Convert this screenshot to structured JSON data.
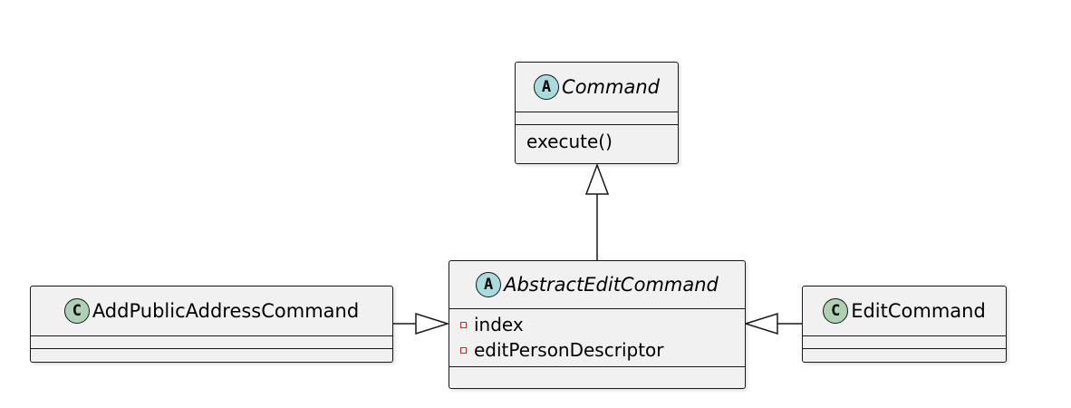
{
  "classes": {
    "command": {
      "stereotype": "A",
      "name": "Command",
      "methods": [
        "execute()"
      ]
    },
    "abstract_edit_command": {
      "stereotype": "A",
      "name": "AbstractEditCommand",
      "fields": [
        "index",
        "editPersonDescriptor"
      ]
    },
    "add_public_address_command": {
      "stereotype": "C",
      "name": "AddPublicAddressCommand"
    },
    "edit_command": {
      "stereotype": "C",
      "name": "EditCommand"
    }
  },
  "relationships": [
    {
      "type": "generalization",
      "from": "AbstractEditCommand",
      "to": "Command"
    },
    {
      "type": "generalization",
      "from": "AddPublicAddressCommand",
      "to": "AbstractEditCommand"
    },
    {
      "type": "generalization",
      "from": "EditCommand",
      "to": "AbstractEditCommand"
    }
  ],
  "colors": {
    "abstract_badge": "#a9dcdf",
    "class_badge": "#add1b2",
    "box_fill": "#f1f1f1",
    "border": "#181818",
    "private_marker": "#c82930"
  }
}
